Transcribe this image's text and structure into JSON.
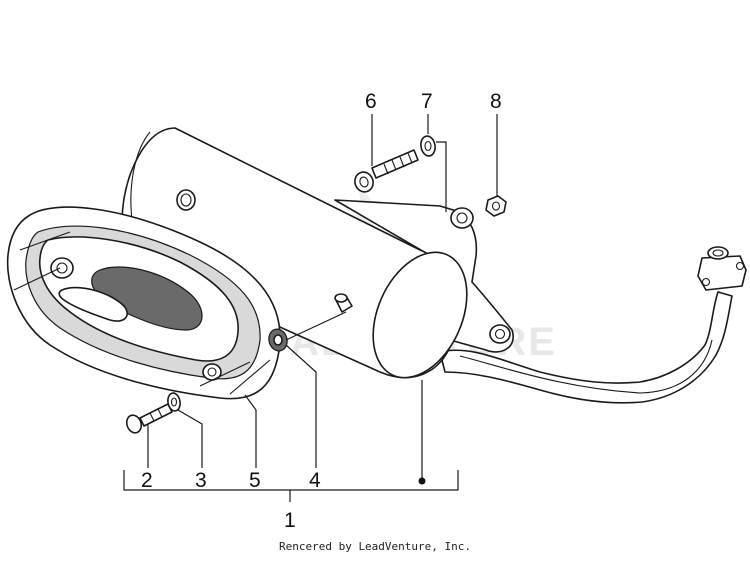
{
  "diagram": {
    "watermark": "ADVENTURE",
    "callouts": [
      {
        "id": "1",
        "label": "1"
      },
      {
        "id": "2",
        "label": "2"
      },
      {
        "id": "3",
        "label": "3"
      },
      {
        "id": "4",
        "label": "4"
      },
      {
        "id": "5",
        "label": "5"
      },
      {
        "id": "6",
        "label": "6"
      },
      {
        "id": "7",
        "label": "7"
      },
      {
        "id": "8",
        "label": "8"
      }
    ]
  },
  "footer": {
    "credit": "Rencered by LeadVenture, Inc."
  }
}
